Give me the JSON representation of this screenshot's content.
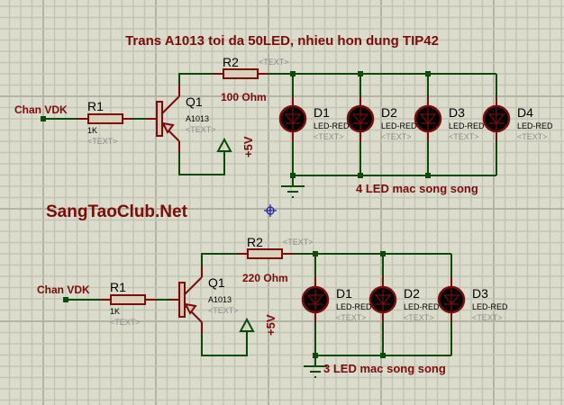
{
  "colors": {
    "background": "#dcdccc",
    "grid_minor": "#c4c4b4",
    "grid_major": "#b4b4a4",
    "wire": "#0c4a0c",
    "component": "#7a0c0c",
    "resistor_fill": "#d8d0b8",
    "transistor_fill": "#d8c4b4",
    "led_fill": "#000000",
    "label_text": "#7a0c0c",
    "ghost_text": "#8c8c8c",
    "cursor": "#1a1aa8"
  },
  "header": {
    "title": "Trans A1013 toi da 50LED, nhieu hon dung TIP42"
  },
  "watermark": "SangTaoClub.Net",
  "circuits": [
    {
      "name": "top",
      "input_label": "Chan VDK",
      "r1": {
        "ref": "R1",
        "value": "1K",
        "text": "<TEXT>"
      },
      "q1": {
        "ref": "Q1",
        "value": "A1013",
        "text": "<TEXT>"
      },
      "r2": {
        "ref": "R2",
        "value": "100 Ohm",
        "text": "<TEXT>"
      },
      "supply": "+5V",
      "leds": [
        {
          "ref": "D1",
          "value": "LED-RED",
          "text": "<TEXT>"
        },
        {
          "ref": "D2",
          "value": "LED-RED",
          "text": "<TEXT>"
        },
        {
          "ref": "D3",
          "value": "LED-RED",
          "text": "<TEXT>"
        },
        {
          "ref": "D4",
          "value": "LED-RED",
          "text": "<TEXT>"
        }
      ],
      "caption": "4 LED mac song song"
    },
    {
      "name": "bottom",
      "input_label": "Chan VDK",
      "r1": {
        "ref": "R1",
        "value": "1K",
        "text": "<TEXT>"
      },
      "q1": {
        "ref": "Q1",
        "value": "A1013",
        "text": "<TEXT>"
      },
      "r2": {
        "ref": "R2",
        "value": "220 Ohm",
        "text": "<TEXT>"
      },
      "supply": "+5V",
      "leds": [
        {
          "ref": "D1",
          "value": "LED-RED",
          "text": "<TEXT>"
        },
        {
          "ref": "D2",
          "value": "LED-RED",
          "text": "<TEXT>"
        },
        {
          "ref": "D3",
          "value": "LED-RED",
          "text": "<TEXT>"
        }
      ],
      "caption": "3 LED mac song song"
    }
  ]
}
